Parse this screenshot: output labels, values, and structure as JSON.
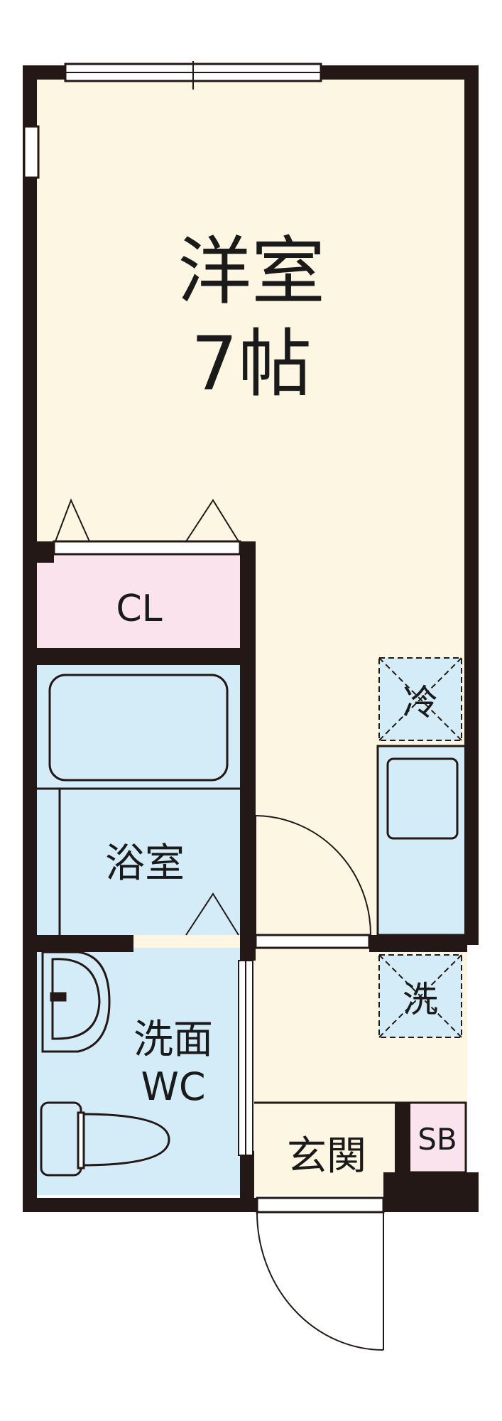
{
  "rooms": {
    "western_room": {
      "name": "洋室",
      "size": "7帖"
    },
    "closet": {
      "name": "CL"
    },
    "bathroom": {
      "name": "浴室"
    },
    "washroom": {
      "name_line1": "洗面",
      "name_line2": "WC"
    },
    "fridge_space": {
      "name": "冷"
    },
    "washer_space": {
      "name": "洗"
    },
    "entrance": {
      "name": "玄関"
    },
    "shoe_box": {
      "name": "SB"
    }
  },
  "colors": {
    "wall": "#231815",
    "western_room_floor": "#fdf6e3",
    "closet_floor": "#fbe3ee",
    "wet_area_floor": "#d4ecf8",
    "shoe_box_floor": "#fbe3ee",
    "fixture_line": "#231815"
  }
}
